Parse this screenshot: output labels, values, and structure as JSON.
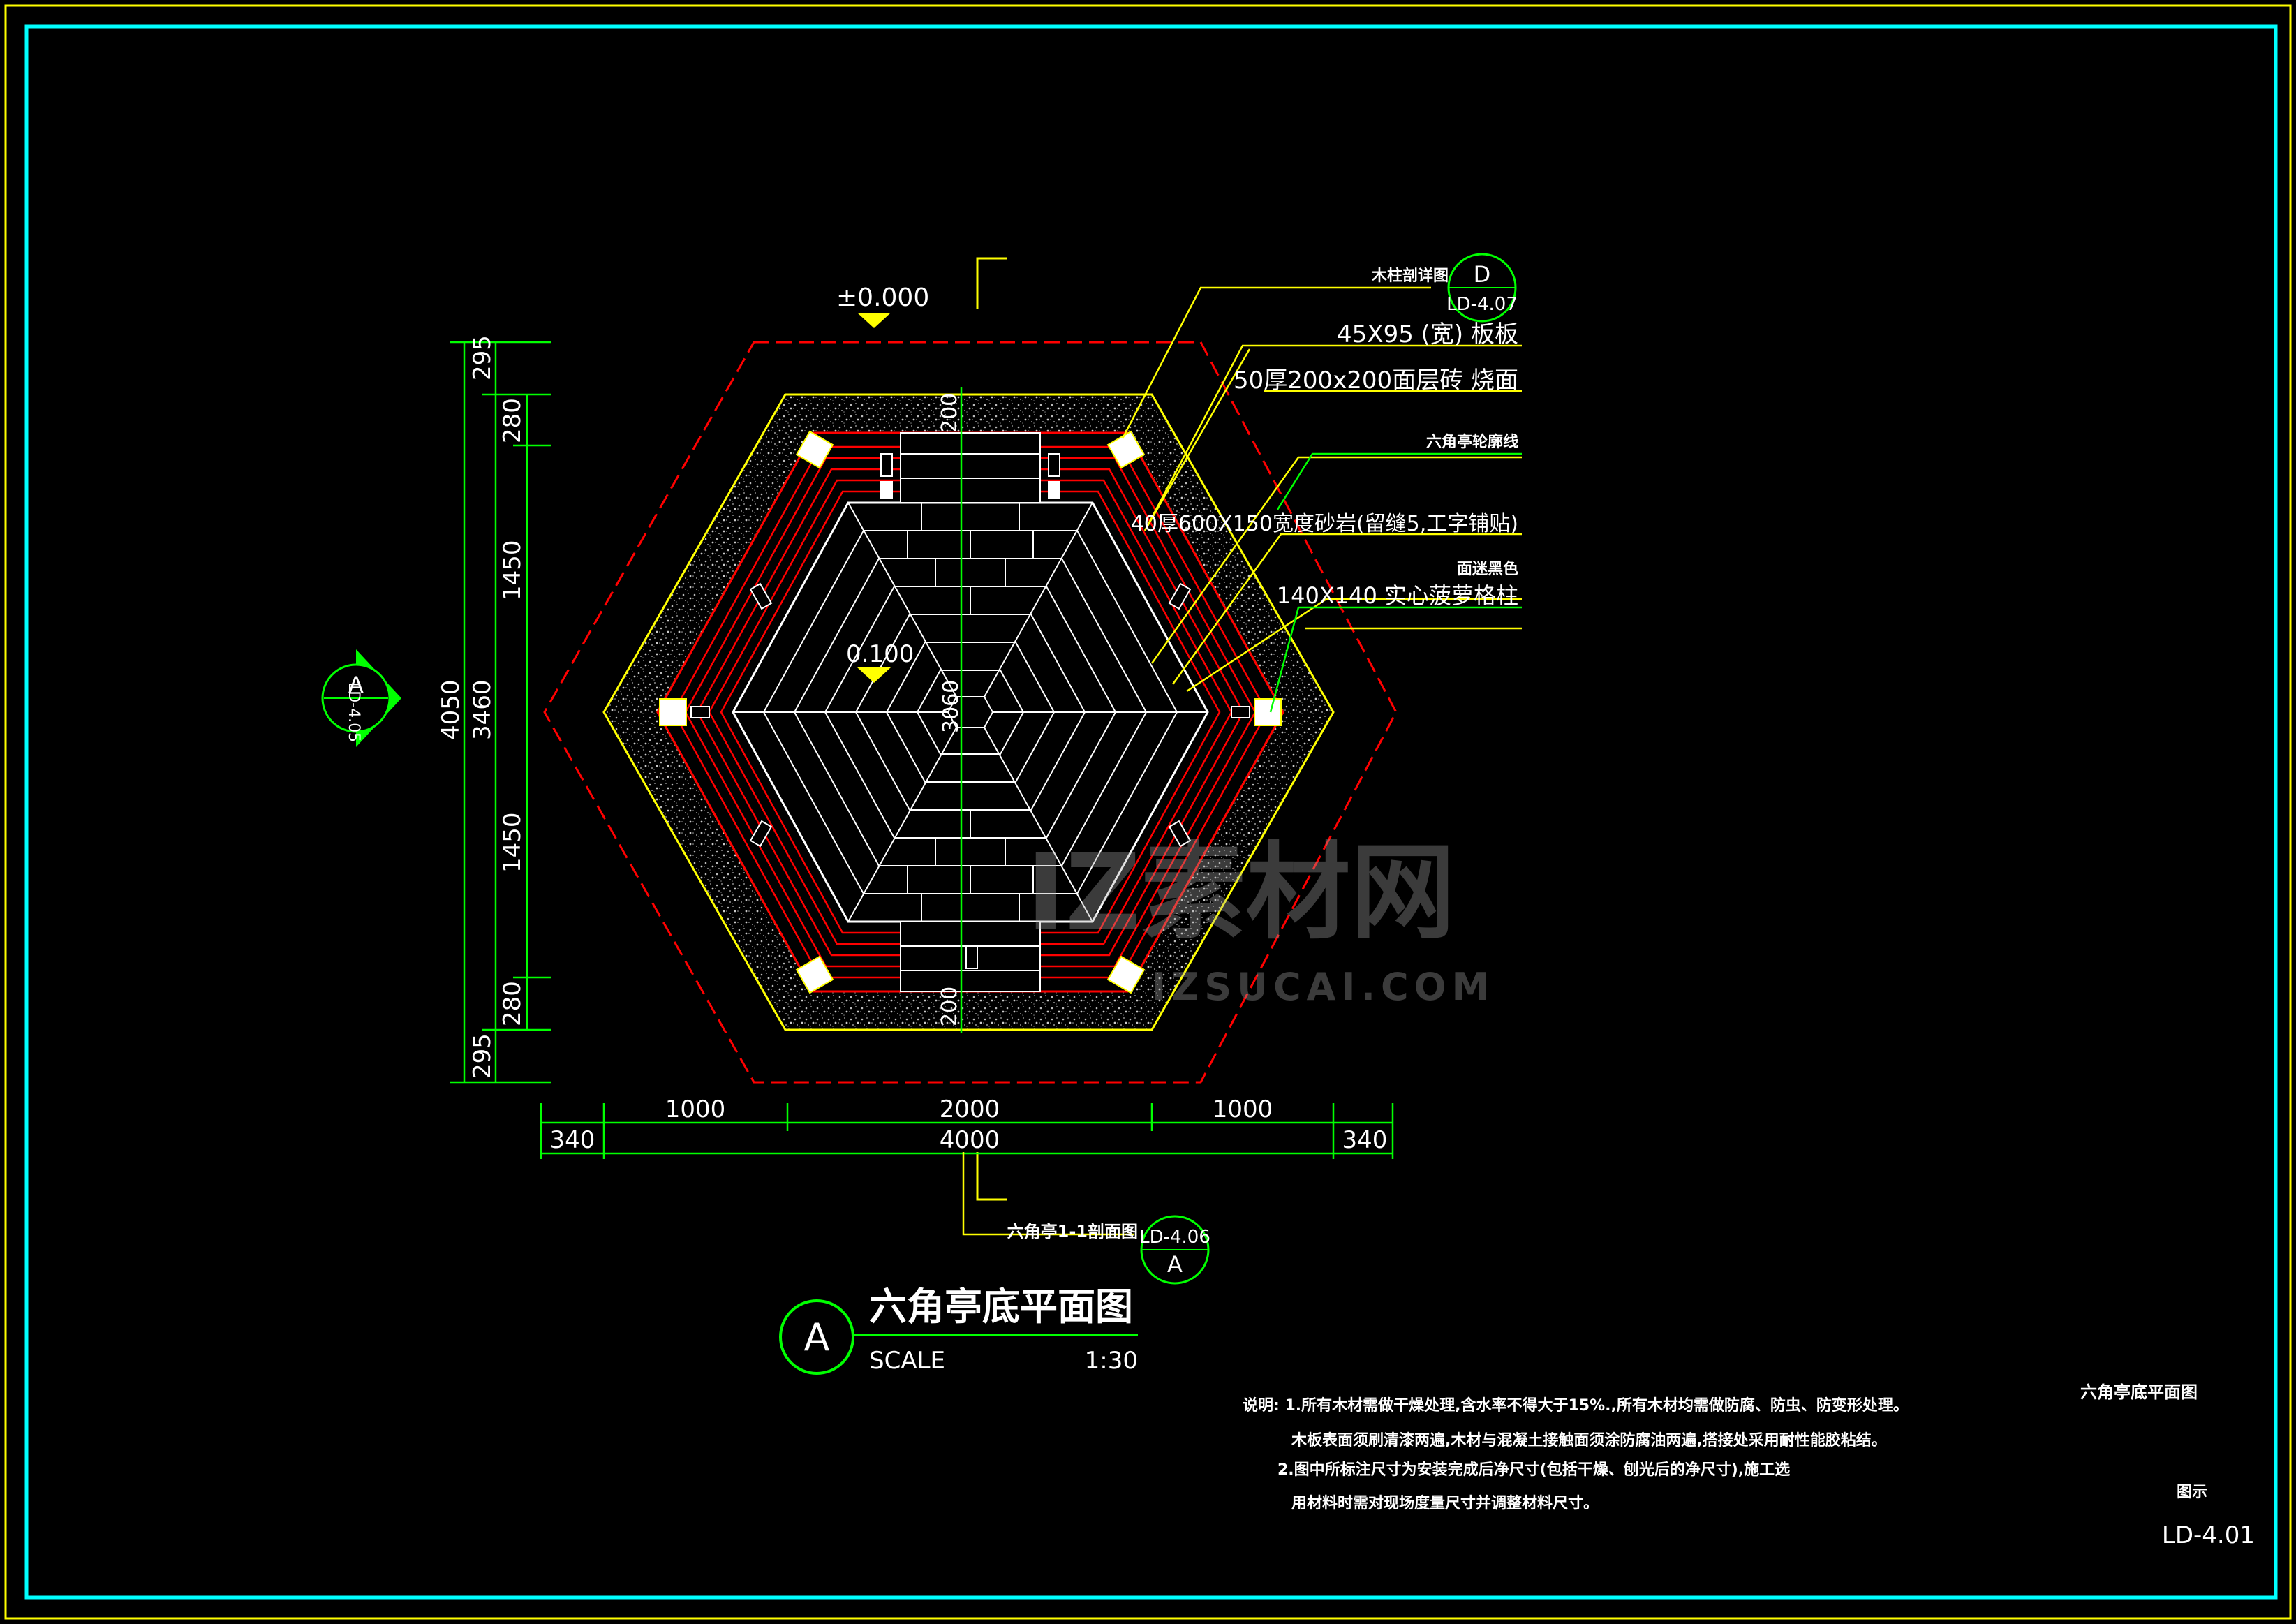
{
  "drawing": {
    "title": "六角亭底平面图",
    "scale_label": "SCALE",
    "scale_value": "1:30",
    "view_marker": "A",
    "sheet_name": "六角亭底平面图",
    "sheet_caption": "图示",
    "sheet_number": "LD-4.01"
  },
  "elevations": {
    "top_level": "±0.000",
    "inner_level": "0.100"
  },
  "callouts": {
    "detail_label": "木柱剖详图",
    "detail_letter": "D",
    "detail_sheet": "LD-4.07",
    "labels": [
      "45X95 (宽) 板板",
      "50厚200x200面层砖 烧面",
      "六角亭轮廓线",
      "40厚600X150宽度砂岩(留缝5,工字铺贴)",
      "面迷黑色",
      "140X140 实心菠萝格柱"
    ],
    "section_label": "六角亭1-1剖面图",
    "section_sheet": "LD-4.06",
    "section_letter": "A",
    "left_marker_letter": "A",
    "left_marker_sheet": "LD-4.05"
  },
  "dimensions": {
    "vertical": [
      "295",
      "280",
      "1450",
      "3460",
      "1450",
      "280",
      "295"
    ],
    "vertical_total": "4050",
    "horizontal": [
      "1000",
      "2000",
      "1000"
    ],
    "horizontal_total": "4000",
    "horizontal_side": [
      "340",
      "340"
    ],
    "center_vertical": [
      "200",
      "3060",
      "200"
    ]
  },
  "notes": {
    "lines": [
      "说明: 1.所有木材需做干燥处理,含水率不得大于15%.,所有木材均需做防腐、防虫、防变形处理。",
      "木板表面须刷清漆两遍,木材与混凝土接触面须涂防腐油两遍,搭接处采用耐性能胶粘结。",
      "2.图中所标注尺寸为安装完成后净尺寸(包括干燥、刨光后的净尺寸),施工选",
      "用材料时需对现场度量尺寸并调整材料尺寸。"
    ]
  },
  "watermark": {
    "brand": "IZ素材网",
    "url": "IZSUCAI.COM"
  },
  "colors": {
    "frame": "#00ffff",
    "dimension": "#00ff00",
    "outline_dashed": "#ff0000",
    "deck_lines": "#ff0000",
    "granite_edge": "#ffff00",
    "text": "#ffffff",
    "leader": "#ffff00"
  }
}
